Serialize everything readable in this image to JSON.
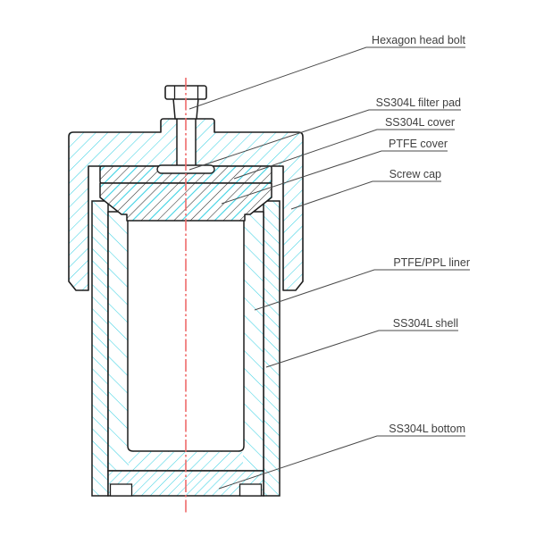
{
  "diagram": {
    "type": "technical-cross-section",
    "subject": "Hydrothermal autoclave reactor cross-section drawing",
    "colors": {
      "hatch_cyan": "#3fd2e3",
      "outline_black": "#1d1d1d",
      "centerline_red": "#ee6b6b",
      "leader_line": "#4a4a4a",
      "label_text": "#3f3f3f",
      "background": "#ffffff"
    },
    "labels": [
      {
        "text": "Hexagon head bolt"
      },
      {
        "text": "SS304L filter pad"
      },
      {
        "text": "SS304L cover"
      },
      {
        "text": "PTFE cover"
      },
      {
        "text": "Screw cap"
      },
      {
        "text": "PTFE/PPL liner"
      },
      {
        "text": "SS304L shell"
      },
      {
        "text": "SS304L bottom"
      }
    ]
  }
}
